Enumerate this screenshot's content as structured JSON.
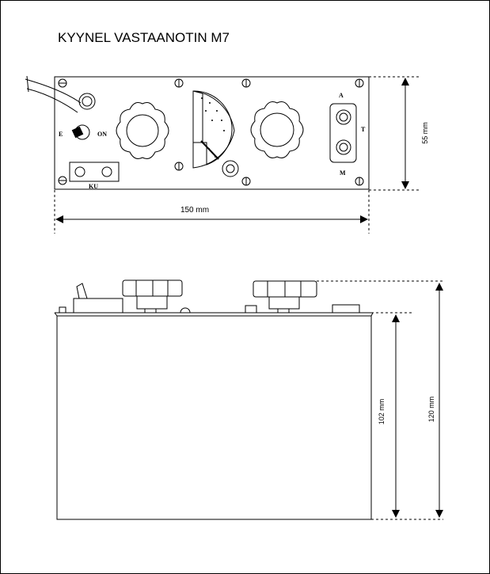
{
  "title": "KYYNEL VASTAANOTIN M7",
  "front_view": {
    "switch_off_label": "E",
    "switch_on_label": "ON",
    "jack_top_label": "A",
    "jack_bottom_label": "M",
    "jack_side_label": "T",
    "connector_label": "KU",
    "width_label": "150 mm",
    "height_label": "55 mm"
  },
  "side_view": {
    "body_height_label": "102 mm",
    "total_height_label": "120 mm"
  }
}
